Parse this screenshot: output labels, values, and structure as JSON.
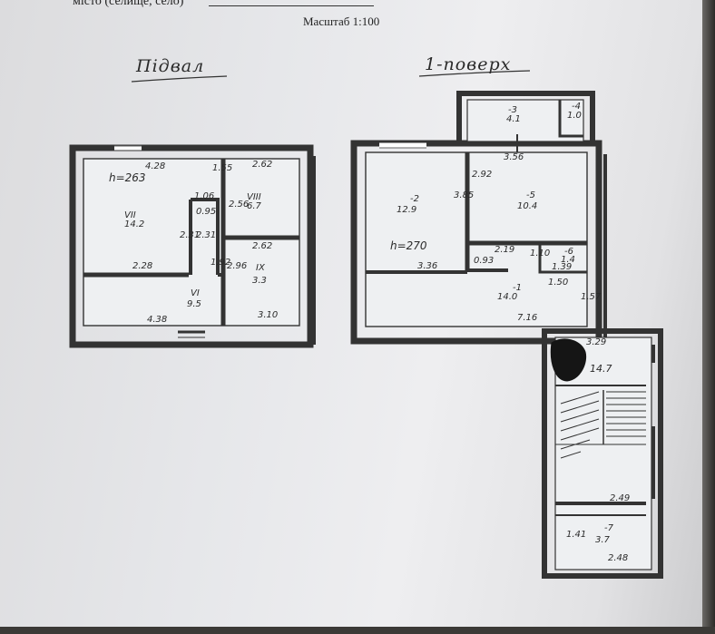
{
  "header": {
    "city_label": "місто (селище, село)",
    "scale": "Масштаб 1:100"
  },
  "basement": {
    "title": "Підвал",
    "height": "h=263",
    "rooms": [
      {
        "num": "VII",
        "area": "14.2"
      },
      {
        "num": "VIII",
        "area": "6.7"
      },
      {
        "num": "IX",
        "area": "3.3"
      },
      {
        "num": "VI",
        "area": "9.5"
      }
    ],
    "dims": [
      "4.28",
      "2.62",
      "1.55",
      "2.56",
      "1.06",
      "0.95",
      "2.31",
      "2.31",
      "2.28",
      "2.62",
      "1.92",
      "2.96",
      "4.38",
      "3.10"
    ]
  },
  "floor1": {
    "title": "1-поверх",
    "height": "h=270",
    "rooms": [
      {
        "num": "-3",
        "area": "4.1"
      },
      {
        "num": "-4",
        "area": "1.0"
      },
      {
        "num": "-2",
        "area": "12.9"
      },
      {
        "num": "-5",
        "area": "10.4"
      },
      {
        "num": "-6",
        "area": "1.4"
      },
      {
        "num": "-1",
        "area": "14.0"
      },
      {
        "num": "",
        "area": "14.7"
      },
      {
        "num": "-7",
        "area": "3.7"
      }
    ],
    "dims": [
      "3.56",
      "3.85",
      "2.92",
      "2.19",
      "3.36",
      "0.93",
      "1.10",
      "1.39",
      "1.50",
      "1.57",
      "7.16",
      "3.29",
      "2.49",
      "2.48",
      "1.41"
    ]
  },
  "colors": {
    "ink": "#2a2a2a",
    "paper": "#e8e8ea",
    "background": "#3a3835"
  }
}
